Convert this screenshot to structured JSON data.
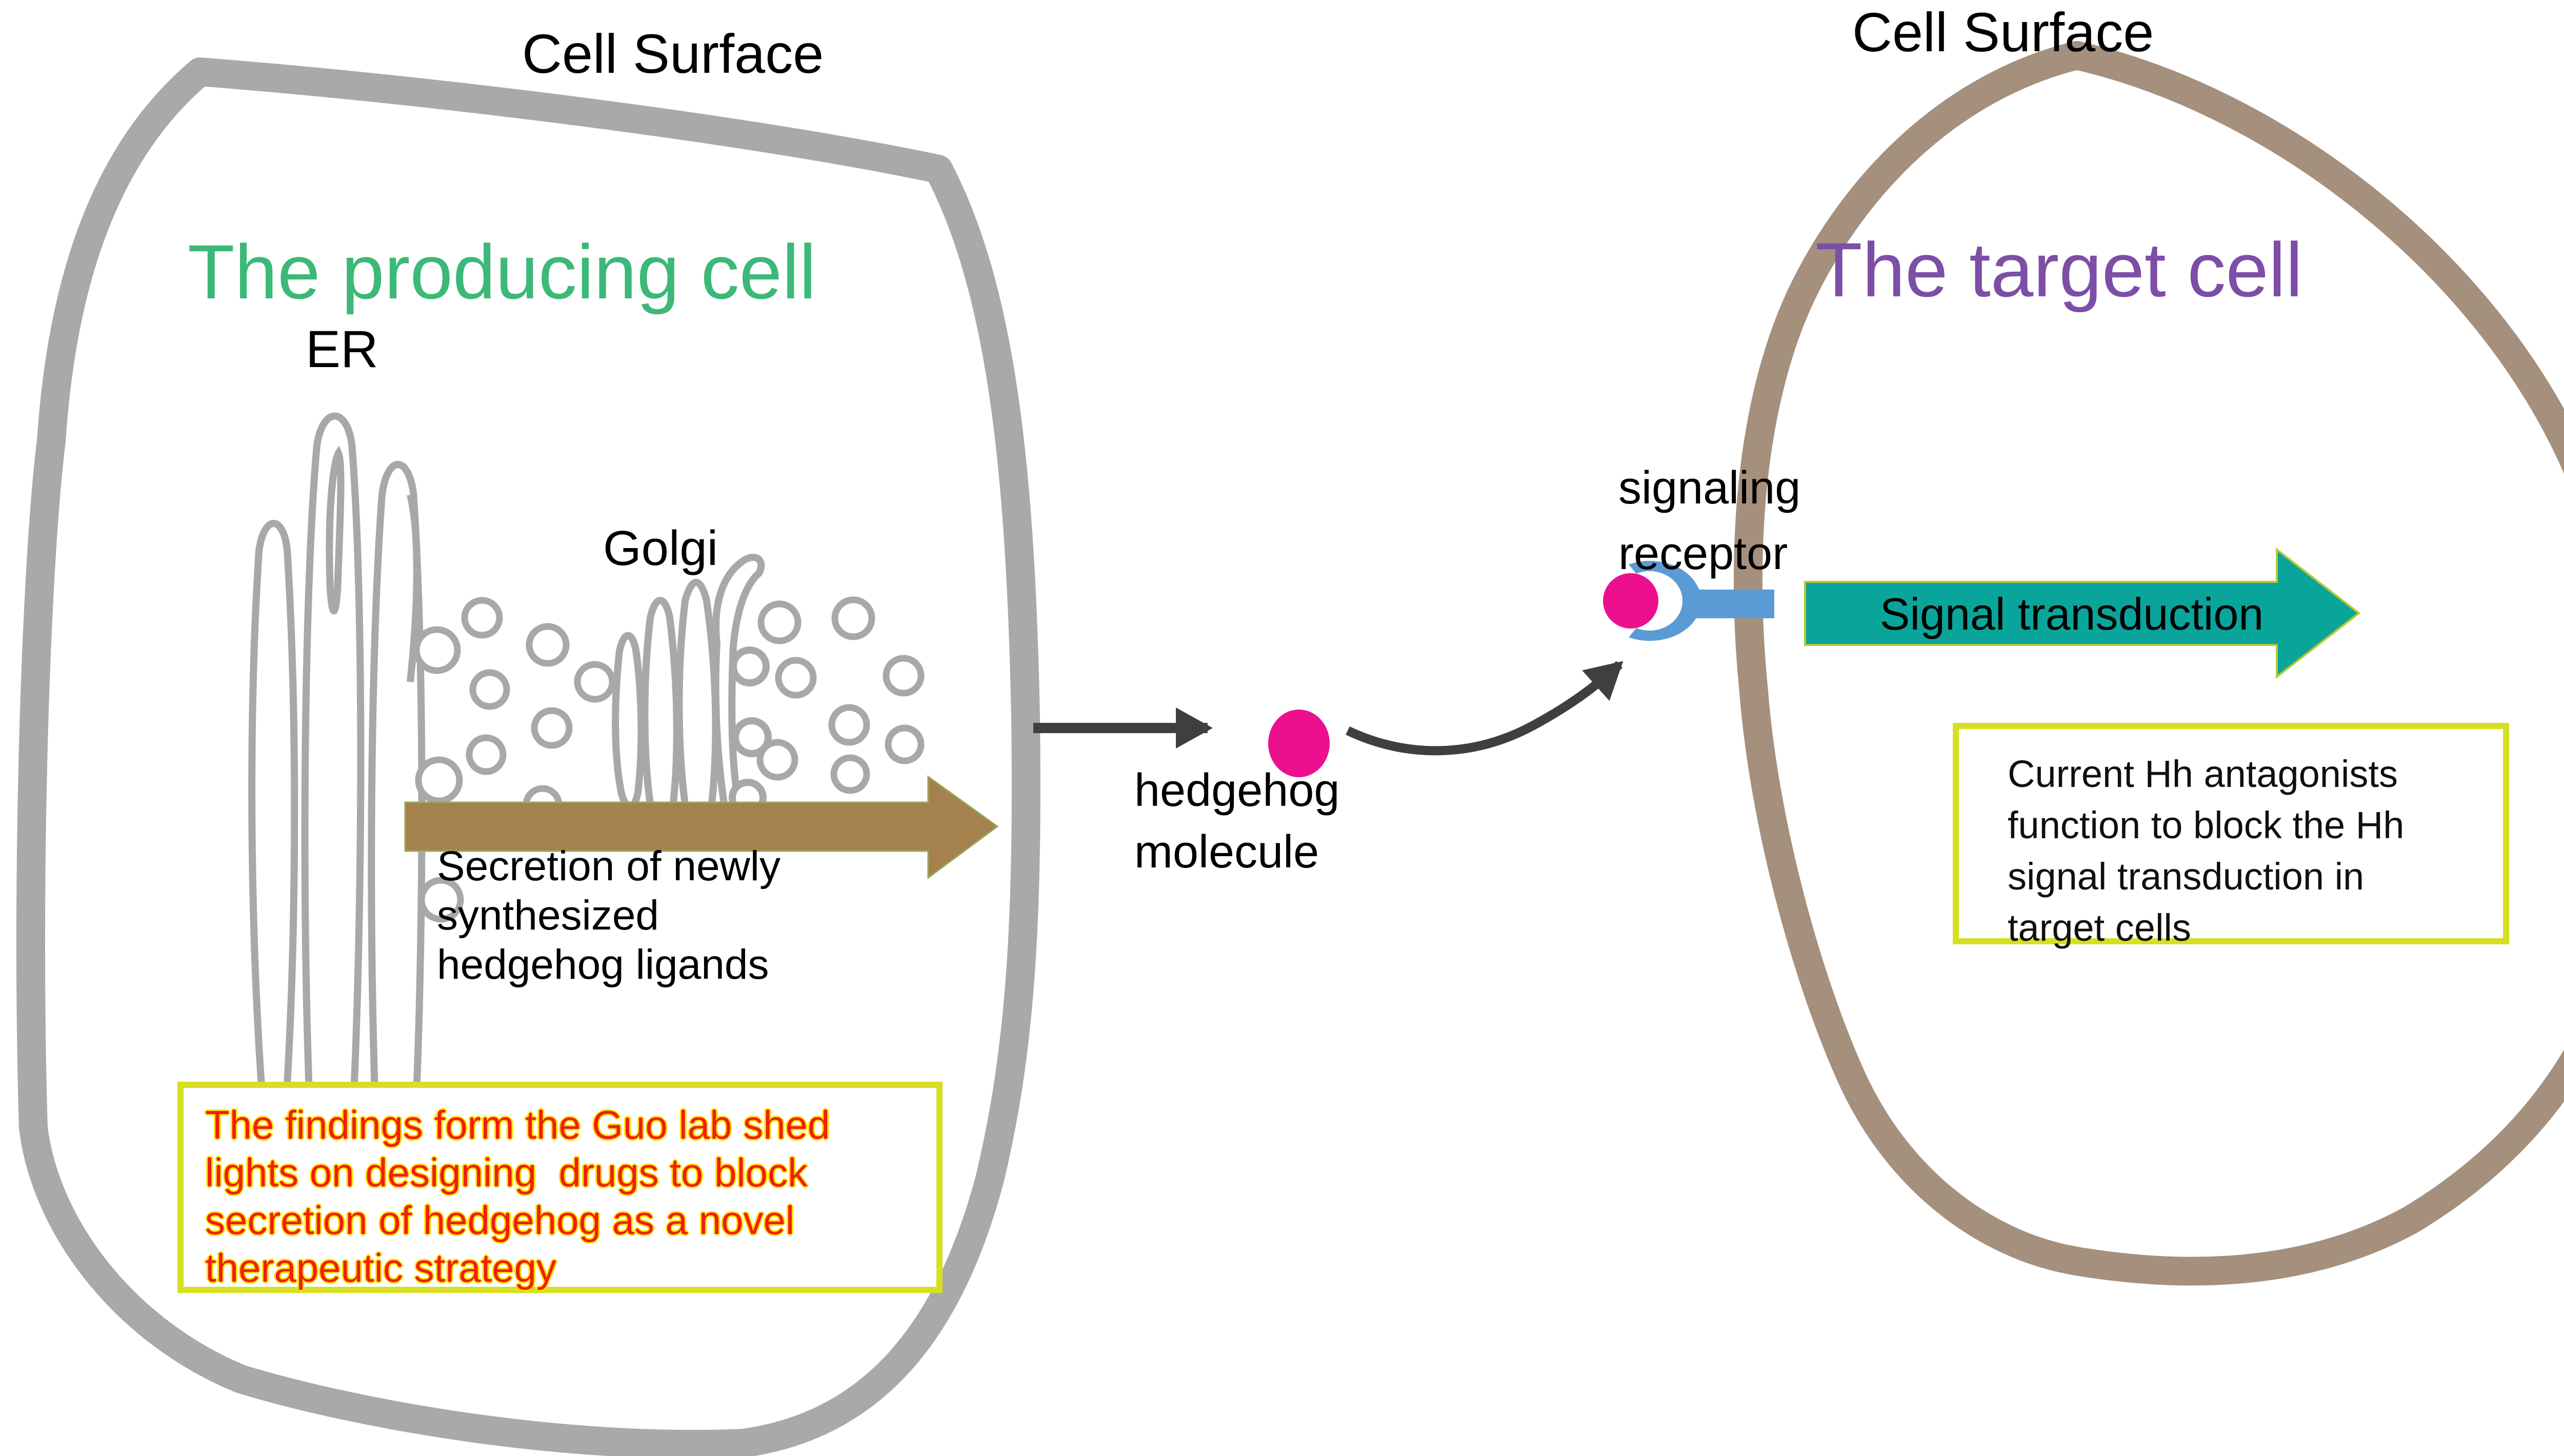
{
  "producing_cell": {
    "surface_label": "Cell Surface",
    "title": "The producing cell",
    "er_label": "ER",
    "golgi_label": "Golgi",
    "secretion_lines": [
      "Secretion of newly",
      "synthesized",
      "hedgehog ligands"
    ],
    "note_lines": [
      "The findings form the Guo lab shed",
      "lights on designing  drugs to block",
      "secretion of hedgehog as a novel",
      "therapeutic strategy"
    ]
  },
  "midzone": {
    "hedgehog_lines": [
      "hedgehog",
      "molecule"
    ]
  },
  "target_cell": {
    "surface_label": "Cell Surface",
    "title": "The target cell",
    "receptor_lines": [
      "signaling",
      "receptor"
    ],
    "signal_arrow_label": "Signal transduction",
    "note_lines": [
      "Current Hh antagonists",
      "function to block the Hh",
      "signal transduction in",
      "target cells"
    ]
  },
  "colors": {
    "producing_title_green": "#3cb878",
    "target_title_purple": "#7d4ea6",
    "note_border_yellow": "#d7df23",
    "note_text_red": "#f01e0c",
    "membrane_gray": "#a9a9a9",
    "membrane_brown": "#a5907d",
    "secretion_arrow_brown": "#a5814e",
    "signal_arrow_teal": "#0aa59a",
    "receptor_blue": "#5b9bd5",
    "hedgehog_pink": "#ec0f8e",
    "transfer_arrow_dark": "#3f3f3f"
  }
}
